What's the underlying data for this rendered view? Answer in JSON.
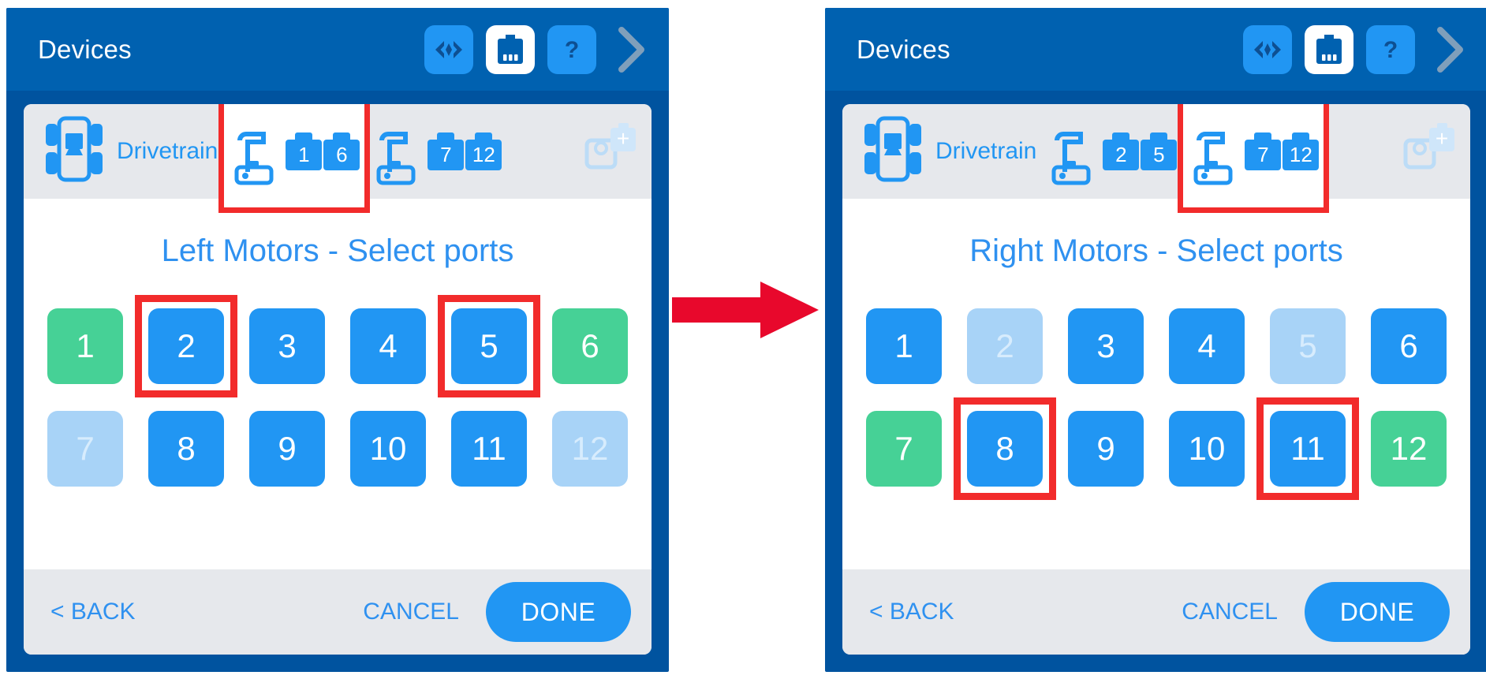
{
  "colors": {
    "titlebar": "#0061b0",
    "window_frame": "#00539f",
    "accent_blue": "#2196f3",
    "link_blue": "#2f91f0",
    "selected_green": "#46d196",
    "disabled_blue": "#a8d3f7",
    "strip_gray": "#e6e8ec",
    "annotation_red": "#f22b2b",
    "arrow_red": "#e8082c"
  },
  "panels": [
    {
      "id": "left-panel",
      "titlebar": {
        "title": "Devices",
        "buttons": [
          {
            "name": "code-view-icon",
            "glyph": "<>",
            "style": "blue"
          },
          {
            "name": "brain-device-icon",
            "glyph": "brain",
            "style": "white"
          },
          {
            "name": "help-icon",
            "glyph": "?",
            "style": "blue"
          }
        ],
        "chevron": "›"
      },
      "device_strip": {
        "brain_name": "Drivetrain",
        "groups": [
          {
            "name": "left-motors-group",
            "ports": [
              "1",
              "6"
            ],
            "highlighted": true
          },
          {
            "name": "right-motors-group",
            "ports": [
              "7",
              "12"
            ],
            "highlighted": false
          }
        ],
        "add_label": "+"
      },
      "prompt": "Left Motors - Select ports",
      "ports": [
        {
          "label": "1",
          "state": "selected",
          "highlighted": false
        },
        {
          "label": "2",
          "state": "available",
          "highlighted": true
        },
        {
          "label": "3",
          "state": "available",
          "highlighted": false
        },
        {
          "label": "4",
          "state": "available",
          "highlighted": false
        },
        {
          "label": "5",
          "state": "available",
          "highlighted": true
        },
        {
          "label": "6",
          "state": "selected",
          "highlighted": false
        },
        {
          "label": "7",
          "state": "disabled",
          "highlighted": false
        },
        {
          "label": "8",
          "state": "available",
          "highlighted": false
        },
        {
          "label": "9",
          "state": "available",
          "highlighted": false
        },
        {
          "label": "10",
          "state": "available",
          "highlighted": false
        },
        {
          "label": "11",
          "state": "available",
          "highlighted": false
        },
        {
          "label": "12",
          "state": "disabled",
          "highlighted": false
        }
      ],
      "footer": {
        "back": "< BACK",
        "cancel": "CANCEL",
        "done": "DONE"
      }
    },
    {
      "id": "right-panel",
      "titlebar": {
        "title": "Devices",
        "buttons": [
          {
            "name": "code-view-icon",
            "glyph": "<>",
            "style": "blue"
          },
          {
            "name": "brain-device-icon",
            "glyph": "brain",
            "style": "white"
          },
          {
            "name": "help-icon",
            "glyph": "?",
            "style": "blue"
          }
        ],
        "chevron": "›"
      },
      "device_strip": {
        "brain_name": "Drivetrain",
        "groups": [
          {
            "name": "left-motors-group",
            "ports": [
              "2",
              "5"
            ],
            "highlighted": false
          },
          {
            "name": "right-motors-group",
            "ports": [
              "7",
              "12"
            ],
            "highlighted": true
          }
        ],
        "add_label": "+"
      },
      "prompt": "Right Motors - Select ports",
      "ports": [
        {
          "label": "1",
          "state": "available",
          "highlighted": false
        },
        {
          "label": "2",
          "state": "disabled",
          "highlighted": false
        },
        {
          "label": "3",
          "state": "available",
          "highlighted": false
        },
        {
          "label": "4",
          "state": "available",
          "highlighted": false
        },
        {
          "label": "5",
          "state": "disabled",
          "highlighted": false
        },
        {
          "label": "6",
          "state": "available",
          "highlighted": false
        },
        {
          "label": "7",
          "state": "selected",
          "highlighted": false
        },
        {
          "label": "8",
          "state": "available",
          "highlighted": true
        },
        {
          "label": "9",
          "state": "available",
          "highlighted": false
        },
        {
          "label": "10",
          "state": "available",
          "highlighted": false
        },
        {
          "label": "11",
          "state": "available",
          "highlighted": true
        },
        {
          "label": "12",
          "state": "selected",
          "highlighted": false
        }
      ],
      "footer": {
        "back": "< BACK",
        "cancel": "CANCEL",
        "done": "DONE"
      }
    }
  ],
  "transition": {
    "name": "step-arrow-icon",
    "direction": "right"
  }
}
